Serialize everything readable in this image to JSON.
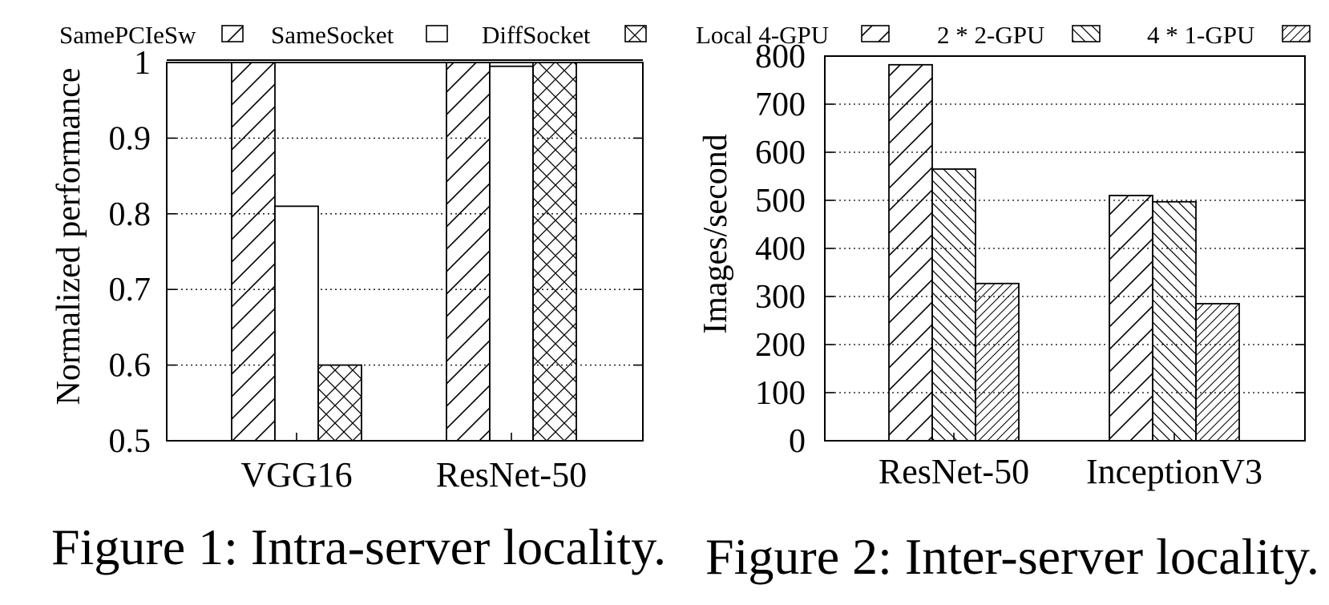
{
  "chart_data": [
    {
      "type": "bar",
      "title": "",
      "xlabel": "",
      "ylabel": "Normalized performance",
      "ylim": [
        0.5,
        1
      ],
      "yticks": [
        "0.5",
        "0.6",
        "0.7",
        "0.8",
        "0.9",
        "1"
      ],
      "grid": "horizontal dotted",
      "legend": "top",
      "categories": [
        "VGG16",
        "ResNet-50"
      ],
      "series": [
        {
          "name": "SamePCIeSw",
          "values": [
            1.0,
            1.0
          ],
          "pattern": "diagonal"
        },
        {
          "name": "SameSocket",
          "values": [
            0.81,
            0.995
          ],
          "pattern": "empty"
        },
        {
          "name": "DiffSocket",
          "values": [
            0.6,
            1.0
          ],
          "pattern": "crosshatch"
        }
      ],
      "caption": "Figure 1: Intra-server locality."
    },
    {
      "type": "bar",
      "title": "",
      "xlabel": "",
      "ylabel": "Images/second",
      "ylim": [
        0,
        800
      ],
      "yticks": [
        "0",
        "100",
        "200",
        "300",
        "400",
        "500",
        "600",
        "700",
        "800"
      ],
      "grid": "horizontal dotted",
      "legend": "top",
      "categories": [
        "ResNet-50",
        "InceptionV3"
      ],
      "series": [
        {
          "name": "Local 4-GPU",
          "values": [
            782,
            510
          ],
          "pattern": "diagonal"
        },
        {
          "name": "2 * 2-GPU",
          "values": [
            565,
            497
          ],
          "pattern": "backdiagonal"
        },
        {
          "name": "4 * 1-GPU",
          "values": [
            327,
            285
          ],
          "pattern": "finediagonal"
        }
      ],
      "caption": "Figure 2: Inter-server locality."
    }
  ],
  "colors": {
    "ink": "#000000",
    "background": "#ffffff",
    "grid": "#000000"
  }
}
